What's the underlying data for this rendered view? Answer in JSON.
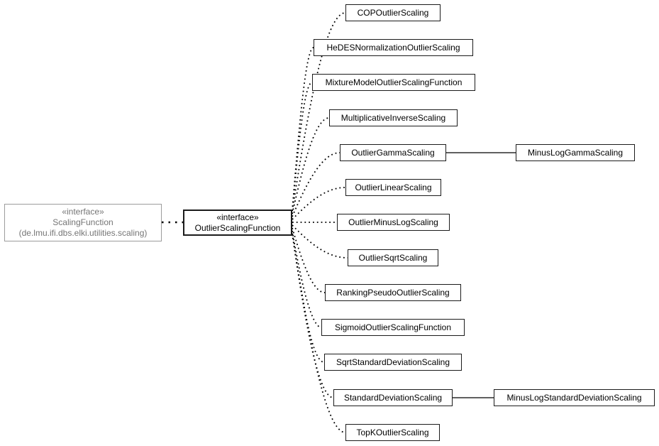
{
  "parent_interface": {
    "stereotype": "«interface»",
    "name": "ScalingFunction",
    "package": "(de.lmu.ifi.dbs.elki.utilities.scaling)"
  },
  "main_interface": {
    "stereotype": "«interface»",
    "name": "OutlierScalingFunction"
  },
  "implementations": [
    "COPOutlierScaling",
    "HeDESNormalizationOutlierScaling",
    "MixtureModelOutlierScalingFunction",
    "MultiplicativeInverseScaling",
    "OutlierGammaScaling",
    "OutlierLinearScaling",
    "OutlierMinusLogScaling",
    "OutlierSqrtScaling",
    "RankingPseudoOutlierScaling",
    "SigmoidOutlierScalingFunction",
    "SqrtStandardDeviationScaling",
    "StandardDeviationScaling",
    "TopKOutlierScaling"
  ],
  "derived": [
    "MinusLogGammaScaling",
    "MinusLogStandardDeviationScaling"
  ],
  "relations": {
    "extends_pairs": [
      {
        "base": "OutlierGammaScaling",
        "derived": "MinusLogGammaScaling"
      },
      {
        "base": "StandardDeviationScaling",
        "derived": "MinusLogStandardDeviationScaling"
      }
    ],
    "dotted_edge_meaning": "implements",
    "solid_edge_meaning": "extends"
  },
  "colors": {
    "background": "#ffffff",
    "box_border": "#1b1b1b",
    "muted_border": "#9c9c9c",
    "muted_text": "#757575",
    "text": "#000000"
  }
}
